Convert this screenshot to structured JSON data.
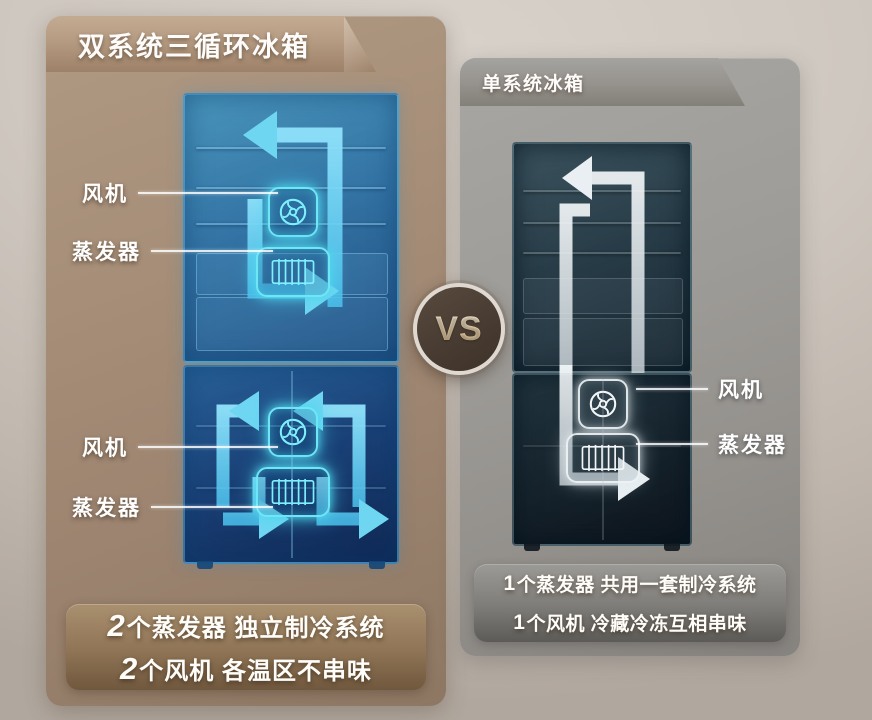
{
  "left_panel": {
    "header_title": "双系统三循环冰箱",
    "labels": {
      "fan": "风机",
      "evaporator": "蒸发器"
    },
    "captions": [
      {
        "num": "2",
        "text": "个蒸发器  独立制冷系统"
      },
      {
        "num": "2",
        "text": "个风机  各温区不串味"
      }
    ]
  },
  "right_panel": {
    "header_title": "单系统冰箱",
    "labels": {
      "fan": "风机",
      "evaporator": "蒸发器"
    },
    "captions": [
      {
        "num": "1",
        "text": "个蒸发器 共用一套制冷系统"
      },
      {
        "num": "1",
        "text": "个风机 冷藏冷冻互相串味"
      }
    ]
  },
  "vs_badge": {
    "label": "VS"
  },
  "icons": {
    "fan": "fan-icon",
    "evaporator": "evaporator-coil-icon",
    "airflow": "airflow-arrow-icon"
  },
  "colors": {
    "background": "#cfc8c0",
    "left_panel": "#a68e78",
    "right_panel": "#9e9c98",
    "left_accent_glow": "#6fe6f5",
    "right_accent_glow": "#f0f4f6",
    "vs_circle": "#4a3d33",
    "vs_text": "#e6cfa8"
  }
}
